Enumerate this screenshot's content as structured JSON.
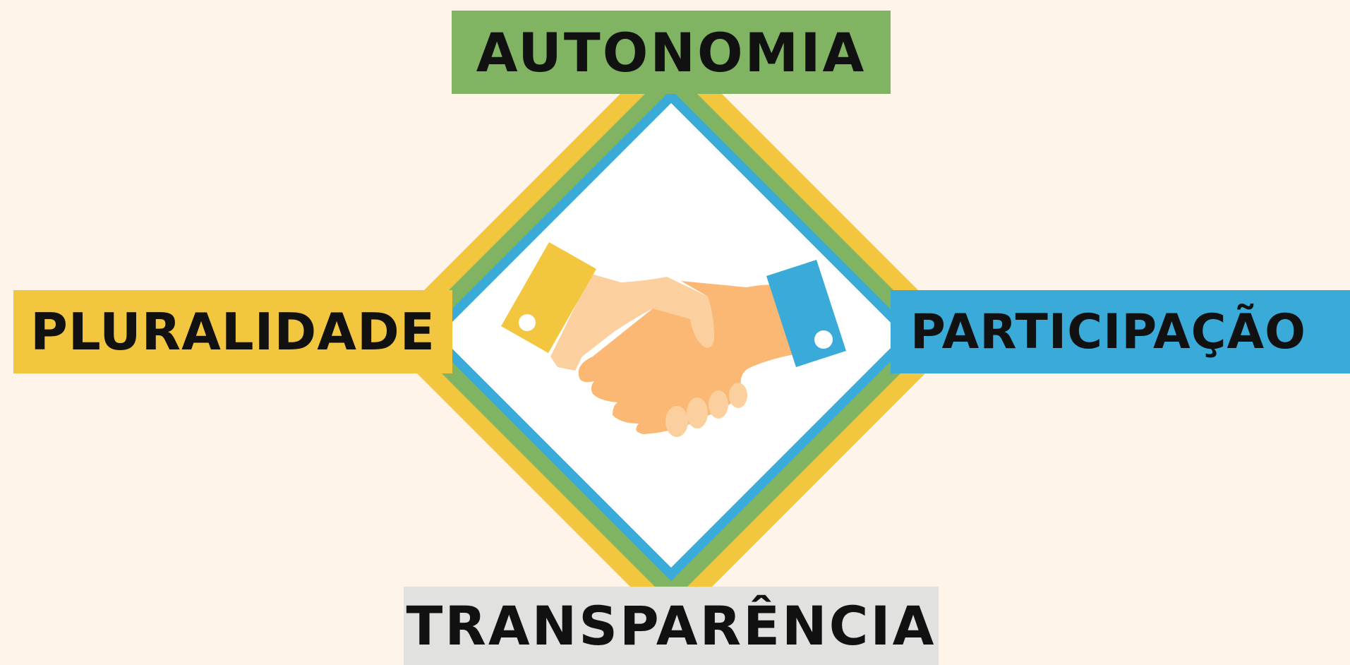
{
  "labels": {
    "top": "AUTONOMIA",
    "left": "PLURALIDADE",
    "right": "PARTICIPAÇÃO",
    "bottom": "TRANSPARÊNCIA"
  },
  "colors": {
    "background": "#FEF4EA",
    "top": "#80B462",
    "left": "#F3C63F",
    "right": "#3AAAD9",
    "bottom": "#E1E1DF",
    "text": "#111111",
    "diamond_outer": "#F3C63F",
    "diamond_middle": "#80B462",
    "diamond_inner": "#3AAAD9",
    "diamond_center": "#FFFFFF",
    "hand_light": "#FBD09E",
    "hand_dark": "#FBB874",
    "cuff_left": "#F3C63F",
    "cuff_right": "#3AAAD9"
  },
  "icons": {
    "center": "handshake-icon"
  }
}
